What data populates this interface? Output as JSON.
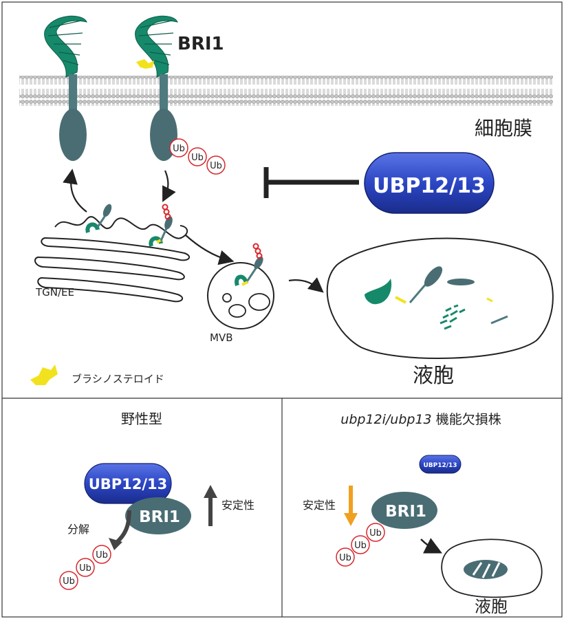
{
  "top": {
    "receptor_label": "BRI1",
    "membrane_label": "細胞膜",
    "ubp_label": "UBP12/13",
    "tgn_label": "TGN/EE",
    "mvb_label": "MVB",
    "vacuole_label": "液胞",
    "legend_label": "ブラシノステロイド",
    "ub_tags": [
      "Ub",
      "Ub",
      "Ub"
    ]
  },
  "wildtype": {
    "title": "野性型",
    "ubp_label": "UBP12/13",
    "bri1_label": "BRI1",
    "degradation_label": "分解",
    "stability_label": "安定性",
    "ub_tags": [
      "Ub",
      "Ub",
      "Ub"
    ]
  },
  "mutant": {
    "title_italic": "ubp12i/ubp13",
    "title_rest": " 機能欠損株",
    "ubp_label": "UBP12/13",
    "bri1_label": "BRI1",
    "stability_label": "安定性",
    "vacuole_label": "液胞",
    "ub_tags": [
      "Ub",
      "Ub",
      "Ub"
    ]
  },
  "colors": {
    "receptor_green": "#16896b",
    "receptor_stem": "#4f7a80",
    "bri1_body": "#4a6d74",
    "ubp_blue": "#2740b8",
    "ub_red": "#d8262c",
    "ligand_yellow": "#f2e21e",
    "arrow_orange": "#f0a020",
    "arrow_dark": "#333333"
  }
}
